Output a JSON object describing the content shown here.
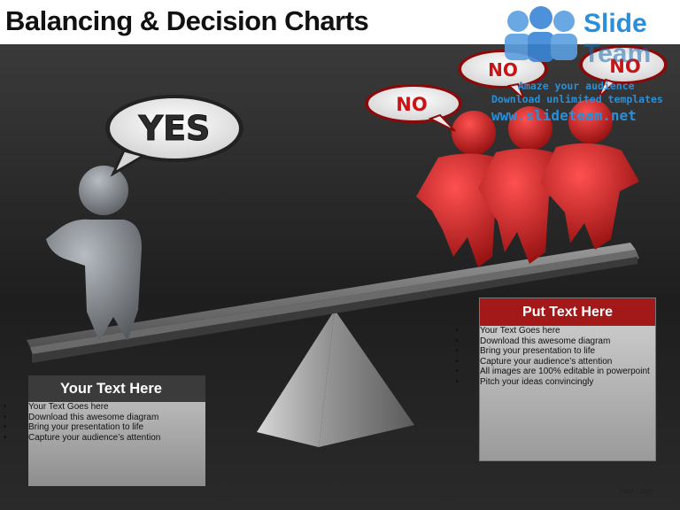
{
  "slide": {
    "title": "Balancing & Decision Charts",
    "footer_logo": "Your Logo"
  },
  "brand": {
    "name_line1": "Slide",
    "name_line2": "Team",
    "tagline1": "Amaze your audience",
    "tagline2": "Download unlimited templates",
    "url": "www.slideteam.net",
    "primary_color": "#2a8fd8"
  },
  "bubbles": {
    "yes": "YES",
    "no_left": "NO",
    "no_middle": "NO",
    "no_right": "NO"
  },
  "left_panel": {
    "heading": "Your Text Here",
    "items": [
      "Your Text Goes here",
      "Download this awesome diagram",
      "Bring your presentation to life",
      "Capture your audience’s attention"
    ]
  },
  "right_panel": {
    "heading": "Put Text Here",
    "items": [
      "Your Text Goes here",
      "Download this awesome diagram",
      "Bring your presentation to life",
      "Capture your audience’s attention",
      "All images are 100% editable in powerpoint",
      "Pitch your ideas convincingly"
    ]
  },
  "colors": {
    "red_figures": "#c81414",
    "gray_figure": "#7a7e82",
    "right_header": "#a31818",
    "left_header": "#3b3b3b"
  }
}
